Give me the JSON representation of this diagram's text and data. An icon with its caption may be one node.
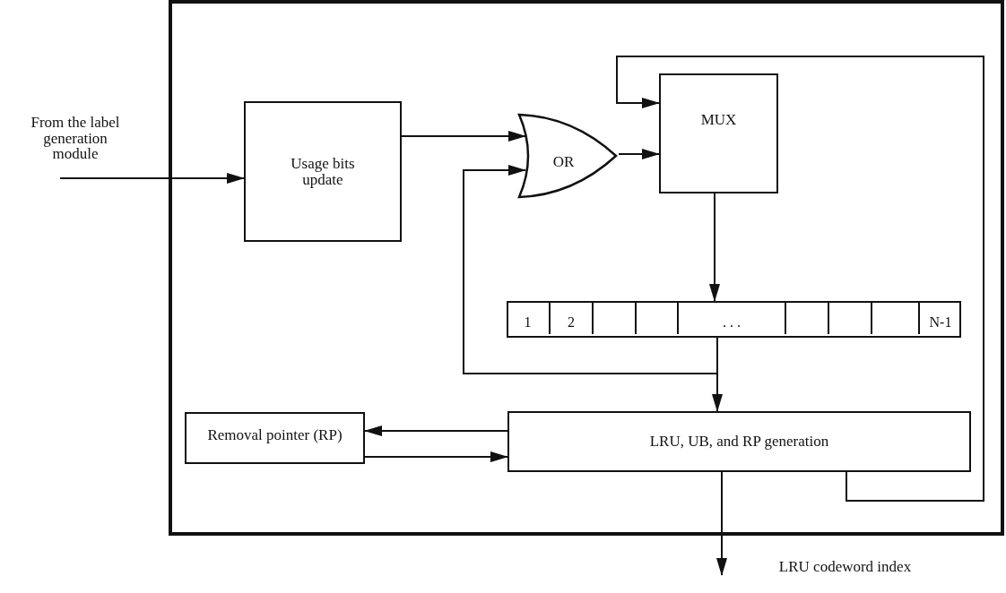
{
  "diagram": {
    "nodes": [
      {
        "text": [],
        "shape": "box"
      },
      {
        "text": [
          "From the label generation module"
        ]
      },
      {
        "text": [
          "Usage bits update"
        ],
        "in": 0
      },
      {
        "text": [
          "OR"
        ],
        "in": 0
      },
      {
        "text": [
          "MUX"
        ],
        "in": 0
      },
      {
        "text": [],
        "shape": "bar",
        "in": 0
      },
      {
        "text": [
          "1"
        ],
        "in": 5
      },
      {
        "text": [
          "2"
        ],
        "in": 5
      },
      {
        "text": [],
        "shape": "box",
        "in": 5
      },
      {
        "text": [],
        "shape": "box",
        "in": 5
      },
      {
        "text": [
          ". . ."
        ],
        "in": 5
      },
      {
        "text": [],
        "shape": "box",
        "in": 5
      },
      {
        "text": [],
        "shape": "box",
        "in": 5
      },
      {
        "text": [],
        "shape": "box",
        "in": 5
      },
      {
        "text": [
          "N-1"
        ],
        "in": 5
      },
      {
        "text": [
          "LRU, UB, and RP generation"
        ],
        "in": 0
      },
      {
        "text": [
          "Removal pointer (RP)"
        ],
        "in": 0
      },
      {
        "text": [
          "LRU codeword index"
        ]
      }
    ],
    "edges": [
      {
        "from": 1,
        "to": 2,
        "arrow": "to"
      },
      {
        "from": 2,
        "to": 3,
        "arrow": "to"
      },
      {
        "from": 5,
        "to": 3,
        "arrow": "to"
      },
      {
        "from": 3,
        "to": 4,
        "arrow": "to"
      },
      {
        "from": 15,
        "to": 4,
        "arrow": "to"
      },
      {
        "from": 4,
        "to": 5,
        "arrow": "to"
      },
      {
        "from": 5,
        "to": 15,
        "arrow": "to"
      },
      {
        "from": 15,
        "to": 16,
        "arrow": "to"
      },
      {
        "from": 16,
        "to": 15,
        "arrow": "to"
      },
      {
        "from": 15,
        "to": 17,
        "arrow": "to"
      }
    ]
  }
}
